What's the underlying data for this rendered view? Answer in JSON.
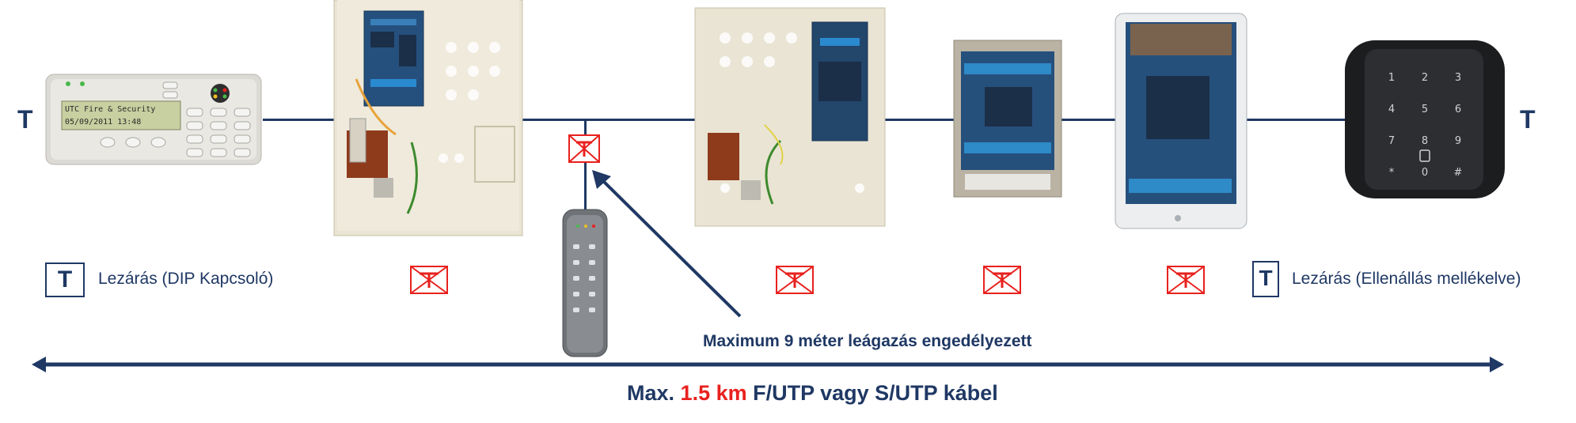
{
  "termination_symbol": "T",
  "legend_left": {
    "symbol": "T",
    "text": "Lezárás (DIP Kapcsoló)"
  },
  "legend_right": {
    "symbol": "T",
    "text": "Lezárás (Ellenállás mellékelve)"
  },
  "keypad_display": {
    "line1": "UTC Fire & Security",
    "line2": "05/09/2011  13:48"
  },
  "keypad_keys": [
    "1",
    "2",
    "3",
    "4",
    "5",
    "6",
    "7",
    "8",
    "9",
    "*",
    "0",
    "#"
  ],
  "branch_caption": "Maximum 9 méter leágazás engedélyezett",
  "footer": {
    "prefix": "Max.",
    "highlight": "1.5 km",
    "suffix": "F/UTP vagy S/UTP kábel"
  },
  "colors": {
    "bus": "#1f3864",
    "highlight": "#e8211d",
    "xmark": "#e8211d"
  },
  "icons": [
    "lcd-keypad",
    "control-panel-enclosure",
    "termination-cross-icon",
    "proximity-reader-keypad",
    "expansion-panel-enclosure",
    "io-module",
    "door-controller-module",
    "touch-keypad-reader"
  ]
}
